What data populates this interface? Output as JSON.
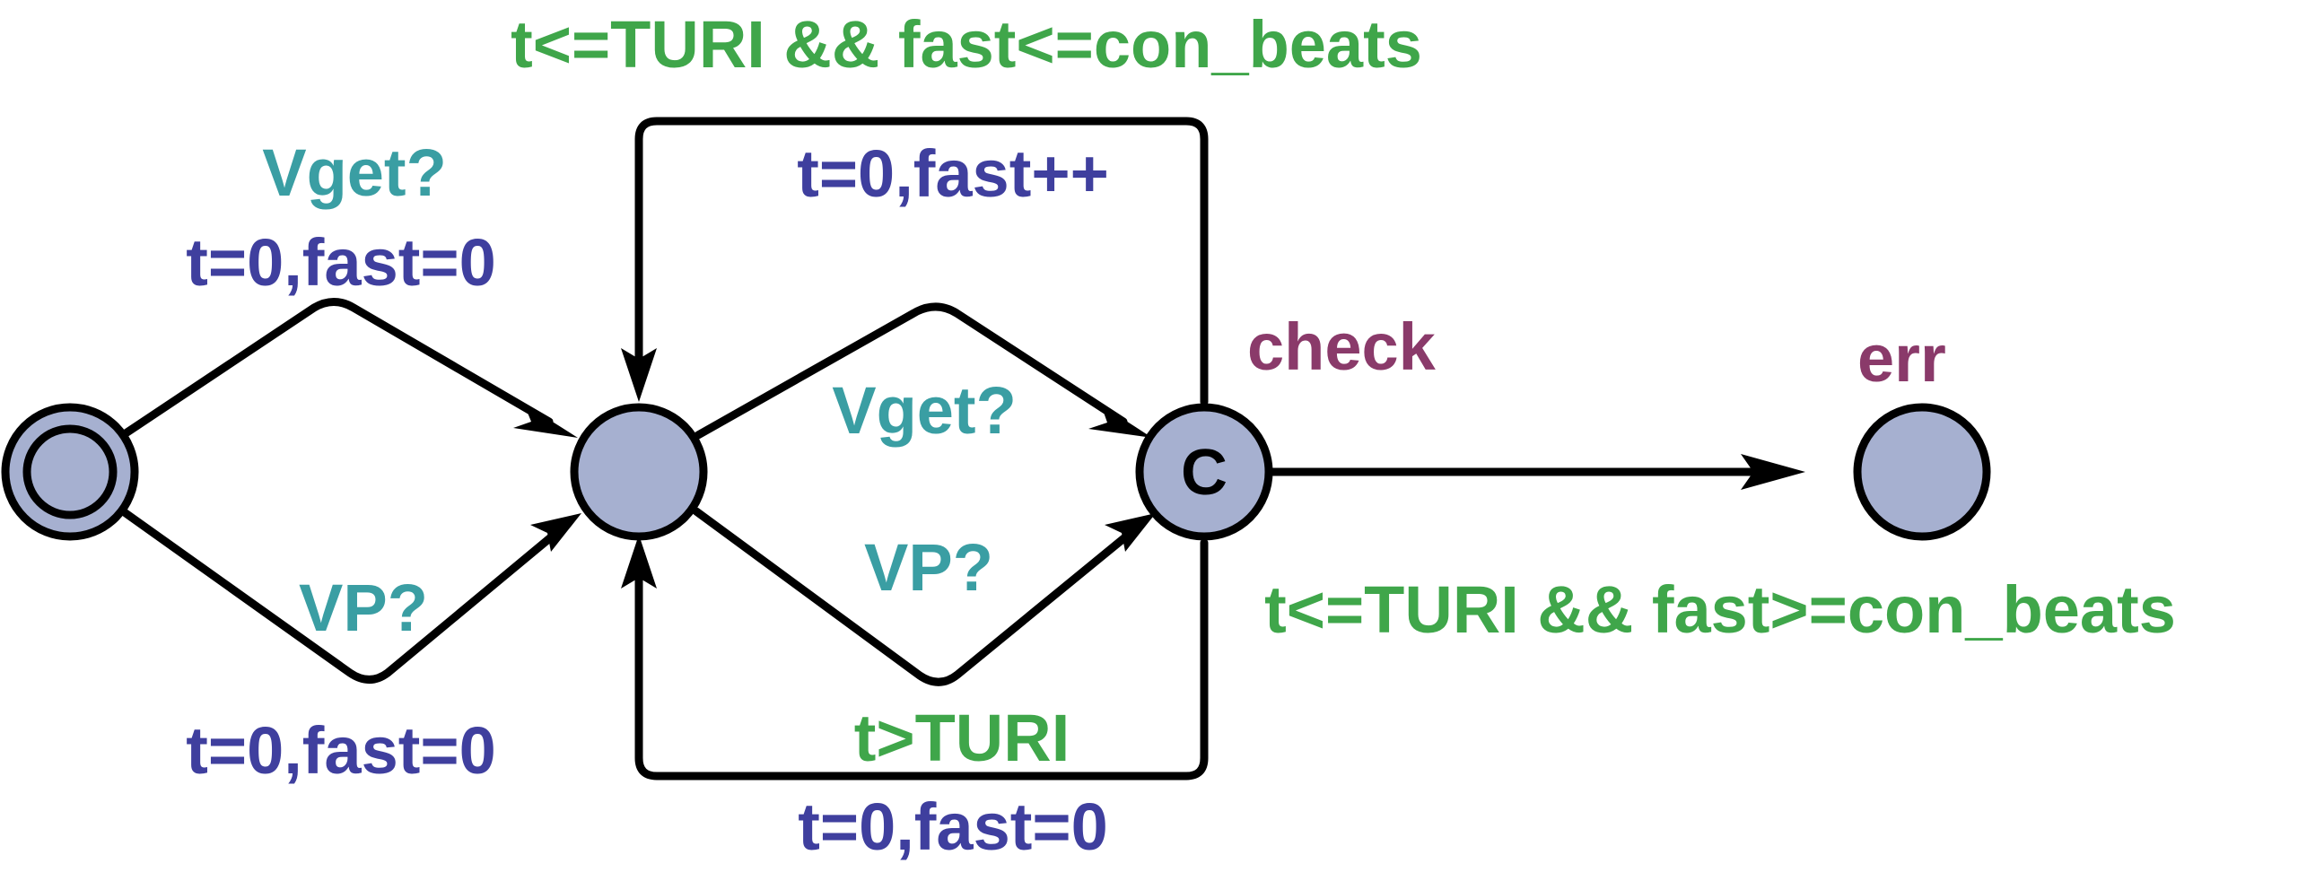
{
  "colors": {
    "sync": "#3a9ea3",
    "update": "#3f3f9e",
    "guard": "#3fa64a",
    "location_name": "#8a3a6a",
    "location_fill": "#a6b0d0"
  },
  "locations": {
    "initial": {
      "name": "",
      "committed": false,
      "is_initial": true
    },
    "wait": {
      "name": "",
      "committed": false
    },
    "check": {
      "name": "check",
      "committed": true,
      "committed_marker": "C"
    },
    "err": {
      "name": "err",
      "committed": false
    }
  },
  "edges": {
    "init_to_wait_top": {
      "sync": "Vget?",
      "update": "t=0,fast=0"
    },
    "init_to_wait_bottom": {
      "sync": "VP?",
      "update": "t=0,fast=0"
    },
    "wait_to_check_top": {
      "sync": "Vget?"
    },
    "wait_to_check_bottom": {
      "sync": "VP?"
    },
    "check_to_wait_top": {
      "guard": "t<=TURI && fast<=con_beats",
      "update": "t=0,fast++"
    },
    "check_to_wait_bottom": {
      "guard": "t>TURI",
      "update": "t=0,fast=0"
    },
    "check_to_err": {
      "guard": "t<=TURI && fast>=con_beats"
    }
  }
}
